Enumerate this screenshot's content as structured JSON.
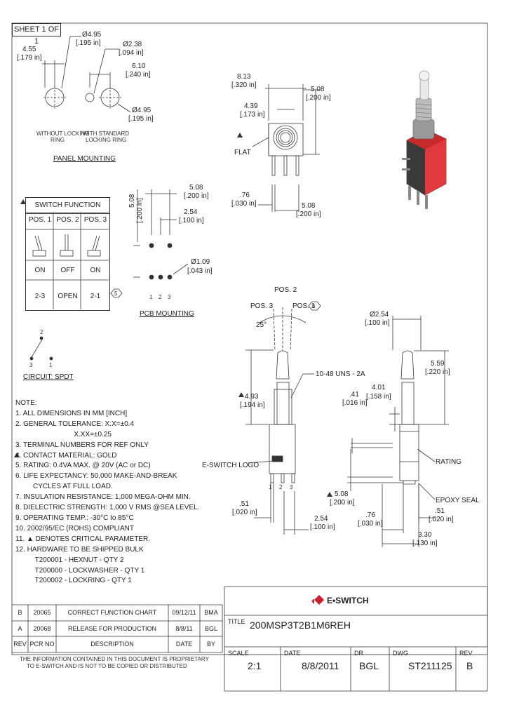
{
  "sheet": "SHEET 1 OF 1",
  "panel_mounting": {
    "title": "PANEL MOUNTING",
    "dim_455": "4.55",
    "dim_455_in": "[.179 in]",
    "dim_d495_top": "Ø4.95",
    "dim_d495_top_in": "[.195 in]",
    "dim_d238": "Ø2.38",
    "dim_d238_in": "[.094 in]",
    "dim_610": "6.10",
    "dim_610_in": "[.240 in]",
    "dim_d495_side": "Ø4.95",
    "dim_d495_side_in": "[.195 in]",
    "label_without": "WITHOUT LOCKING",
    "label_without_2": "RING",
    "label_with": "WITH STANDARD",
    "label_with_2": "LOCKING RING"
  },
  "switch_function": {
    "title": "SWITCH FUNCTION",
    "headers": [
      "POS. 1",
      "POS. 2",
      "POS. 3"
    ],
    "states": [
      "ON",
      "OFF",
      "ON"
    ],
    "connections": [
      "2-3",
      "OPEN",
      "2-1"
    ],
    "note_tag": "5"
  },
  "pcb_mounting": {
    "title": "PCB MOUNTING",
    "dim_508_v": "5.08",
    "dim_508_v_in": "[.200 in]",
    "dim_508_h": "5.08",
    "dim_508_h_in": "[.200 in]",
    "dim_254": "2.54",
    "dim_254_in": "[.100 in]",
    "dim_d109": "Ø1.09",
    "dim_d109_in": "[.043 in]",
    "pins": [
      "1",
      "2",
      "3"
    ]
  },
  "circuit": {
    "title": "CIRCUIT: SPDT",
    "pins": [
      "1",
      "2",
      "3"
    ]
  },
  "front_view": {
    "dim_813": "8.13",
    "dim_813_in": "[.320 in]",
    "dim_439": "4.39",
    "dim_439_in": "[.173 in]",
    "dim_508": "5.08",
    "dim_508_in": "[.200 in]",
    "flat": "FLAT",
    "dim_76": ".76",
    "dim_76_in": "[.030 in]",
    "dim_508_b": "5.08",
    "dim_508_b_in": "[.200 in]"
  },
  "side_view_left": {
    "pos3": "POS. 3",
    "pos2": "POS. 2",
    "pos1": "POS. 1",
    "angle": "25°",
    "thread": "10-48 UNS - 2A",
    "dim_493": "4.93",
    "dim_493_in": "[.194 in]",
    "logo": "E-SWITCH LOGO",
    "dim_51": ".51",
    "dim_51_in": "[.020 in]",
    "dim_254": "2.54",
    "dim_254_in": "[.100 in]",
    "pins": [
      "1",
      "2",
      "3"
    ],
    "note_tag": "6"
  },
  "side_view_right": {
    "dim_d254": "Ø2.54",
    "dim_d254_in": "[.100 in]",
    "dim_559": "5.59",
    "dim_559_in": "[.220 in]",
    "dim_41": ".41",
    "dim_41_in": "[.016 in]",
    "dim_401": "4.01",
    "dim_401_in": "[.158 in]",
    "rating": "RATING",
    "dim_508": "5.08",
    "dim_508_in": "[.200 in]",
    "epoxy": "EPOXY SEAL",
    "dim_51": ".51",
    "dim_51_in": "[.020 in]",
    "dim_76": ".76",
    "dim_76_in": "[.030 in]",
    "dim_330": "3.30",
    "dim_330_in": "[.130 in]"
  },
  "notes": [
    "NOTE:",
    "1. ALL DIMENSIONS IN MM [INCH]",
    "2. GENERAL TOLERANCE: X.X=±0.4",
    "                              X.XX=±0.25",
    "3. TERMINAL NUMBERS FOR REF ONLY",
    "4. CONTACT MATERIAL: GOLD",
    "5. RATING: 0.4VA MAX. @ 20V (AC or DC)",
    "6. LIFE EXPECTANCY: 50,000 MAKE-AND-BREAK",
    "         CYCLES AT FULL LOAD.",
    "7. INSULATION RESISTANCE: 1,000 MEGA-OHM MIN.",
    "8. DIELECTRIC STRENGTH: 1,000 V RMS @SEA LEVEL.",
    "9. OPERATING TEMP.: -30°C to 85°C",
    "10. 2002/95/EC (ROHS) COMPLIANT",
    "11. ▲ DENOTES CRITICAL PARAMETER.",
    "12. HARDWARE TO BE SHIPPED BULK",
    "          T200001 - HEXNUT - QTY 2",
    "          T200000 - LOCKWASHER - QTY 1",
    "          T200002 - LOCKRING - QTY 1"
  ],
  "revisions": {
    "rows": [
      {
        "rev": "B",
        "pcr": "20065",
        "desc": "CORRECT FUNCTION CHART",
        "date": "09/12/11",
        "by": "BMA"
      },
      {
        "rev": "A",
        "pcr": "20068",
        "desc": "RELEASE FOR PRODUCTION",
        "date": "8/8/11",
        "by": "BGL"
      }
    ],
    "headers": {
      "rev": "REV",
      "pcr": "PCR NO",
      "desc": "DESCRIPTION",
      "date": "DATE",
      "by": "BY"
    }
  },
  "proprietary": [
    "THE INFORMATION CONTAINED IN THIS DOCUMENT IS PROPRIETARY",
    "TO E-SWITCH AND IS NOT TO BE COPIED OR DISTRIBUTED"
  ],
  "title_block": {
    "logo": "E•SWITCH",
    "title_label": "TITLE",
    "title": "200MSP3T2B1M6REH",
    "scale_label": "SCALE",
    "scale": "2:1",
    "date_label": "DATE",
    "date": "8/8/2011",
    "dr_label": "DR",
    "dr": "BGL",
    "dwg_label": "DWG",
    "dwg": "ST211125",
    "rev_label": "REV",
    "rev": "B"
  },
  "colors": {
    "line": "#333333",
    "brand": "#cc1f2e",
    "body_red": "#d8262e"
  }
}
